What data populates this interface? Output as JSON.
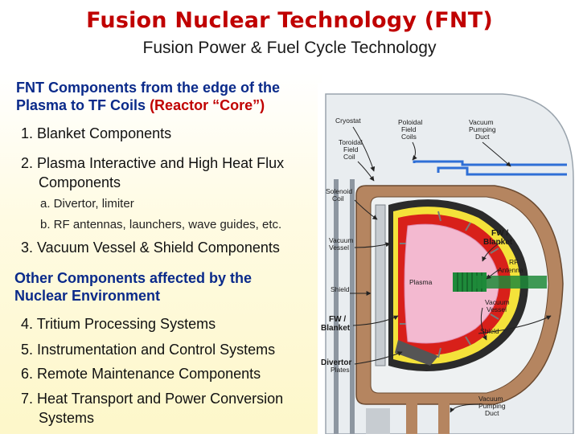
{
  "title": "Fusion Nuclear Technology (FNT)",
  "subtitle": "Fusion Power & Fuel Cycle Technology",
  "left": {
    "heading1_line1": "FNT Components from the edge of the",
    "heading1_line2a": "Plasma to TF Coils",
    "heading1_line2b": "(Reactor “Core”)",
    "item1": "1. Blanket Components",
    "item2_line1": "2. Plasma Interactive and High Heat Flux",
    "item2_line2": "Components",
    "item2a": "a. Divertor, limiter",
    "item2b": "b. RF antennas, launchers, wave guides, etc.",
    "item3": "3. Vacuum Vessel & Shield Components",
    "heading2_line1": "Other Components affected by the",
    "heading2_line2": "Nuclear Environment",
    "item4": "4. Tritium Processing Systems",
    "item5": "5. Instrumentation and Control Systems",
    "item6": "6. Remote Maintenance Components",
    "item7_line1": "7. Heat Transport and Power Conversion",
    "item7_line2": "Systems"
  },
  "diagram": {
    "labels": {
      "cryostat": "Cryostat",
      "poloidal1": "Poloidal",
      "poloidal2": "Field",
      "poloidal3": "Coils",
      "vpd1": "Vacuum",
      "vpd2": "Pumping",
      "vpd3": "Duct",
      "toroidal1": "Toroidal",
      "toroidal2": "Field",
      "toroidal3": "Coil",
      "solenoid1": "Solenoid",
      "solenoid2": "Coil",
      "vv_left1": "Vacuum",
      "vv_left2": "Vessel",
      "fw_right1": "FW /",
      "fw_right2": "Blanket",
      "rf1": "RF",
      "rf2": "Antenna",
      "shield_left": "Shield",
      "plasma": "Plasma",
      "vv_right1": "Vacuum",
      "vv_right2": "Vessel",
      "fw_left1": "FW /",
      "fw_left2": "Blanket",
      "shield_right": "Shield",
      "divertor1": "Divertor",
      "divertor2": "Plates",
      "vpd_b1": "Vacuum",
      "vpd_b2": "Pumping",
      "vpd_b3": "Duct"
    },
    "colors": {
      "cryostat_fill": "#e8ecef",
      "shield": "#a87a55",
      "vessel": "#2b2b2b",
      "blanket_yellow": "#f4e23a",
      "blanket_red": "#d8201a",
      "plasma": "#f3b9d0",
      "rf_green": "#1e8a3a",
      "coil_blue": "#2f6fd6"
    }
  }
}
